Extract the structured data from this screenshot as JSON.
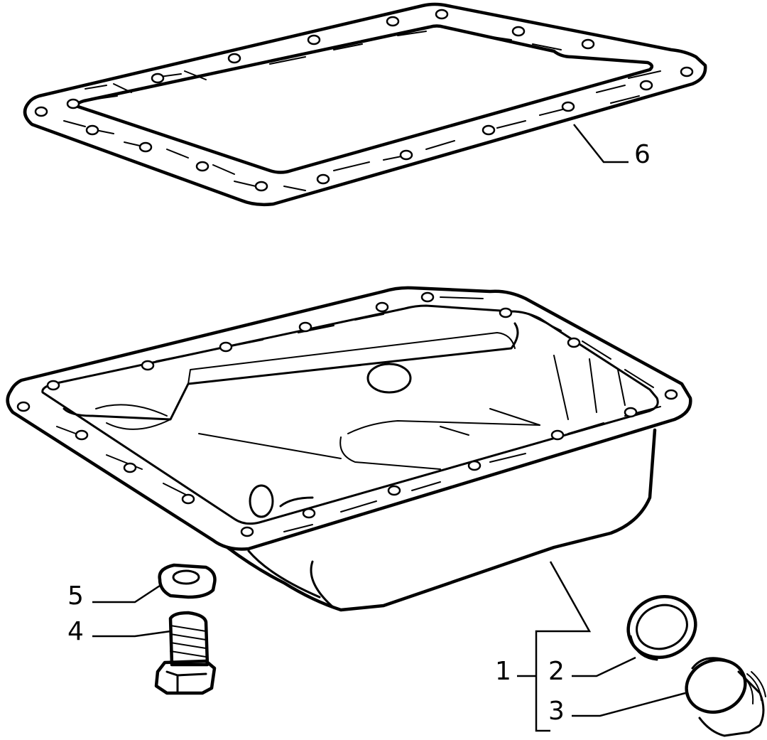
{
  "diagram": {
    "background": "#ffffff",
    "ink": "#000000",
    "callouts": [
      {
        "id": "callout-1",
        "label": "1"
      },
      {
        "id": "callout-2",
        "label": "2"
      },
      {
        "id": "callout-3",
        "label": "3"
      },
      {
        "id": "callout-4",
        "label": "4"
      },
      {
        "id": "callout-5",
        "label": "5"
      },
      {
        "id": "callout-6",
        "label": "6"
      }
    ]
  }
}
